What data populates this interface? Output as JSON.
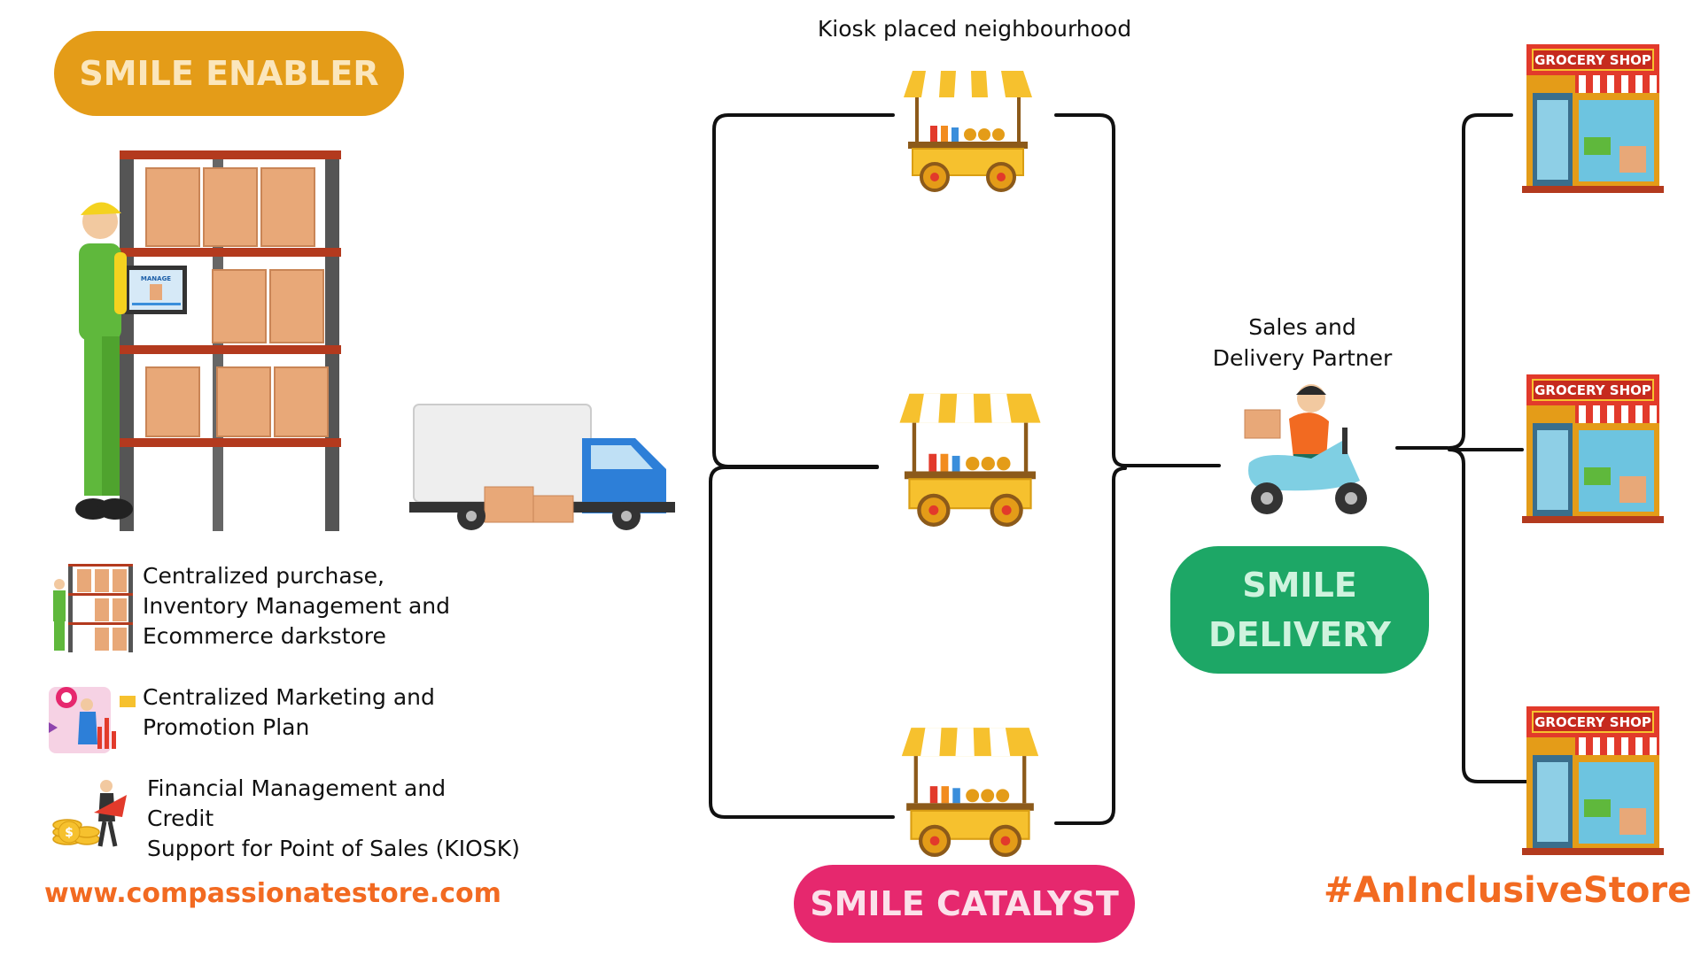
{
  "headers": {
    "enabler": "SMILE ENABLER",
    "catalyst": "SMILE CATALYST",
    "delivery_line1": "SMILE",
    "delivery_line2": "DELIVERY"
  },
  "captions": {
    "kiosk": "Kiosk placed neighbourhood",
    "partner_line1": "Sales and",
    "partner_line2": "Delivery Partner"
  },
  "features": [
    {
      "icon": "warehouse-worker-icon",
      "lines": [
        "Centralized purchase,",
        "Inventory Management and",
        "Ecommerce darkstore"
      ]
    },
    {
      "icon": "marketing-icon",
      "lines": [
        "Centralized Marketing and",
        "Promotion Plan"
      ]
    },
    {
      "icon": "finance-icon",
      "lines": [
        "Financial Management and",
        "Credit",
        "Support for Point of Sales (KIOSK)"
      ]
    }
  ],
  "illustrations": {
    "warehouse": "warehouse-worker-illustration",
    "truck": "delivery-truck-illustration",
    "kiosk": "kiosk-cart-illustration",
    "scooter": "delivery-scooter-illustration",
    "shop": "grocery-shop-illustration",
    "shop_sign": "GROCERY SHOP",
    "monitor_label": "MANAGE"
  },
  "footer": {
    "website": "www.compassionatestore.com",
    "hashtag": "#AnInclusiveStore"
  },
  "colors": {
    "enabler": "#E49C18",
    "catalyst": "#E6286E",
    "delivery": "#1DA766",
    "link": "#F26A21"
  }
}
